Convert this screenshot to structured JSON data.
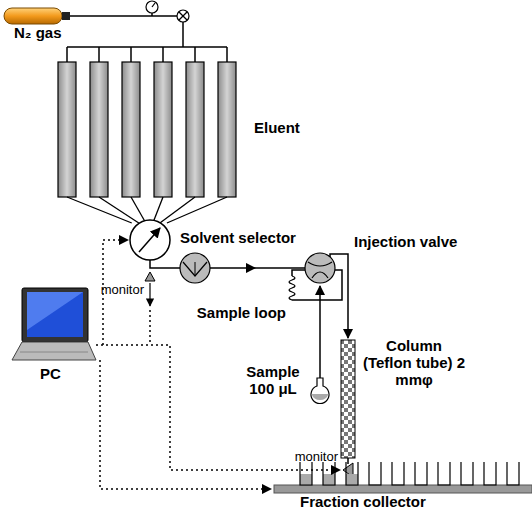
{
  "diagram": {
    "labels": [
      "N₂ gas",
      "Eluent",
      "Solvent selector",
      "monitor",
      "Injection valve",
      "Sample loop",
      "Sample 100 μL",
      "Column (Teflon tube) 2 mmφ",
      "monitor",
      "PC",
      "Fraction collector"
    ]
  }
}
